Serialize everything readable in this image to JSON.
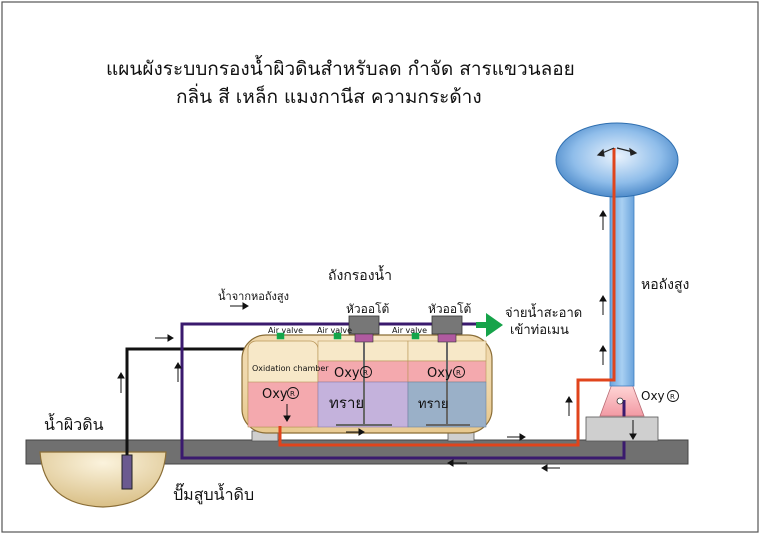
{
  "title": {
    "line1": "แผนผังระบบกรองน้ำผิวดินสำหรับลด กำจัด สารแขวนลอย",
    "line2": "กลิ่น สี เหล็ก แมงกานีส ความกระด้าง"
  },
  "labels": {
    "filter_tank": "ถังกรองน้ำ",
    "from_tower": "น้ำจากหอถังสูง",
    "auto_head_1": "หัวออโต้",
    "auto_head_2": "หัวออโต้",
    "distribute_line1": "จ่ายน้ำสะอาด",
    "distribute_line2": "เข้าท่อเมน",
    "high_tower": "หอถังสูง",
    "surface_water": "น้ำผิวดิน",
    "raw_pump": "ปั๊มสูบน้ำดิบ",
    "air_valve_1": "Air valve",
    "air_valve_2": "Air valve",
    "air_valve_3": "Air valve",
    "oxidation_chamber": "Oxidation chamber",
    "oxy_1": "Oxy",
    "oxy_2": "Oxy",
    "oxy_3": "Oxy",
    "oxy_tower": "Oxy",
    "sand_1": "ทราย",
    "sand_2": "ทราย",
    "oxy_mark": "R"
  },
  "colors": {
    "pipe_purple": "#3a1a6e",
    "pipe_red": "#e0441c",
    "pipe_black": "#111111",
    "tower_blue": "#7fb4e6",
    "tank_shell": "#f3dcb0",
    "chamber_pink": "#f4a9ae",
    "sand_lavender": "#c4b2dc",
    "sand_steel": "#9ab0c8",
    "ground": "#6f6f6f",
    "pond": "#e9d6a8",
    "arrow_green": "#16a34a"
  }
}
